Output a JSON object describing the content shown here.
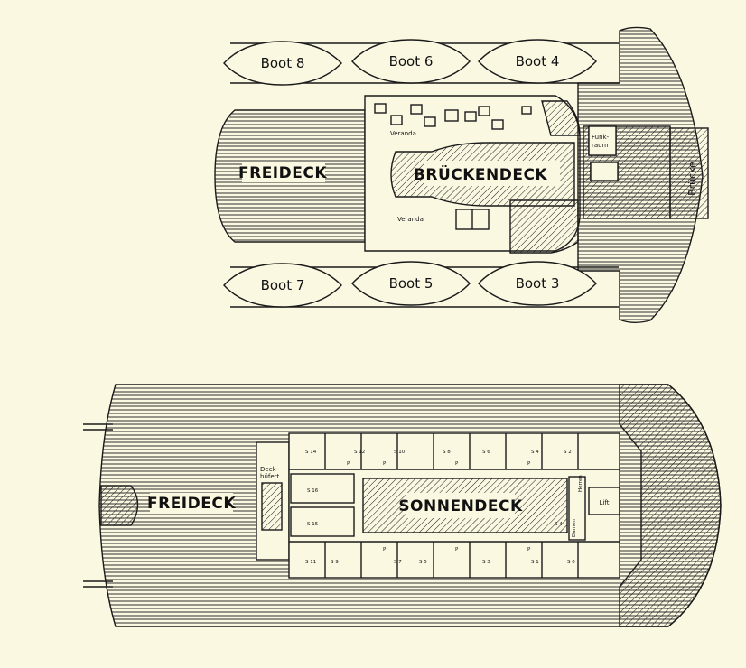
{
  "colors": {
    "paper": "#fbf8e2",
    "ink": "#1a1a1a"
  },
  "upper_deck": {
    "boats": [
      "Boot 8",
      "Boot 6",
      "Boot 4",
      "Boot 7",
      "Boot 5",
      "Boot 3"
    ],
    "freideck": "FREIDECK",
    "brueckendeck": "BRÜCKENDECK",
    "veranda": "Veranda",
    "funkraum_1": "Funk-",
    "funkraum_2": "raum",
    "bruecke": "Brücke"
  },
  "lower_deck": {
    "freideck": "FREIDECK",
    "sonnendeck": "SONNENDECK",
    "deckbuffet_1": "Deck-",
    "deckbuffet_2": "büfett",
    "lift": "Lift",
    "damen": "Damen",
    "herren": "Herren",
    "cabins_top": [
      "S 14",
      "S 12",
      "S 10",
      "S 8",
      "S 6",
      "S 4",
      "S 2"
    ],
    "cabins_bottom": [
      "S 11",
      "S 9",
      "S 7",
      "S 5",
      "S 3",
      "S 1",
      "S 0"
    ],
    "cabin_left_top": "S 16",
    "cabin_left_bottom": "S 15",
    "cabin_small": "S 4",
    "cabin_p": "P"
  }
}
